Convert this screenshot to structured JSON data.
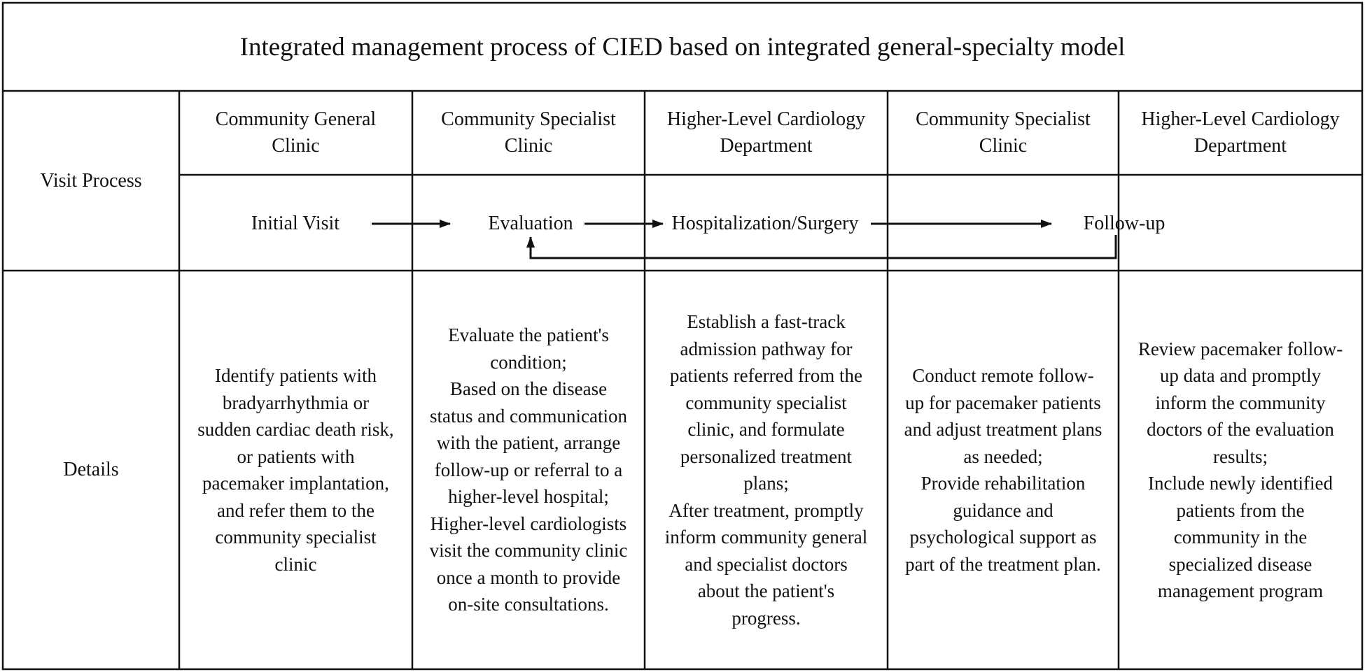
{
  "title": "Integrated management process of CIED based on integrated general-specialty model",
  "row_labels": {
    "visit_process": "Visit Process",
    "details": "Details"
  },
  "columns": [
    "Community General\nClinic",
    "Community Specialist\nClinic",
    "Higher-Level Cardiology\nDepartment",
    "Community Specialist\nClinic",
    "Higher-Level Cardiology\nDepartment"
  ],
  "steps": {
    "initial_visit": "Initial Visit",
    "evaluation": "Evaluation",
    "hospitalization": "Hospitalization/Surgery",
    "follow_up": "Follow-up"
  },
  "details": [
    "Identify patients with\nbradyarrhythmia or\nsudden cardiac death risk,\nor patients with\npacemaker implantation,\nand refer them to the\ncommunity specialist\nclinic",
    "Evaluate the patient's\ncondition;\nBased on the disease\nstatus and communication\nwith the patient, arrange\nfollow-up or referral to a\nhigher-level hospital;\nHigher-level cardiologists\nvisit the community clinic\nonce a month to provide\non-site consultations.",
    "Establish a fast-track\nadmission pathway for\npatients referred from the\ncommunity specialist\nclinic, and formulate\npersonalized treatment\nplans;\nAfter treatment, promptly\ninform community general\nand specialist doctors\nabout the patient's\nprogress.",
    "Conduct remote follow-\nup for pacemaker patients\nand adjust treatment plans\nas needed;\nProvide rehabilitation\nguidance and\npsychological support as\npart of the treatment plan.",
    "Review pacemaker follow-\nup data and promptly\ninform the community\ndoctors of the evaluation\nresults;\nInclude newly identified\npatients from the\ncommunity in the\nspecialized disease\nmanagement program"
  ],
  "colors": {
    "line": "#111111",
    "background": "#ffffff"
  }
}
